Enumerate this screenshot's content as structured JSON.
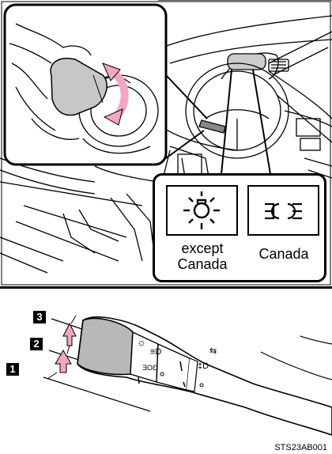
{
  "indicator": {
    "left_caption": "except\nCanada",
    "right_caption": "Canada"
  },
  "steps": [
    {
      "number": "3"
    },
    {
      "number": "2"
    },
    {
      "number": "1"
    }
  ],
  "figure_code": "STS23AB001",
  "colors": {
    "arrow_pink": "#f2a6c4",
    "knob_gray": "#c7c7c7",
    "lever_gray": "#b8b8b8"
  }
}
